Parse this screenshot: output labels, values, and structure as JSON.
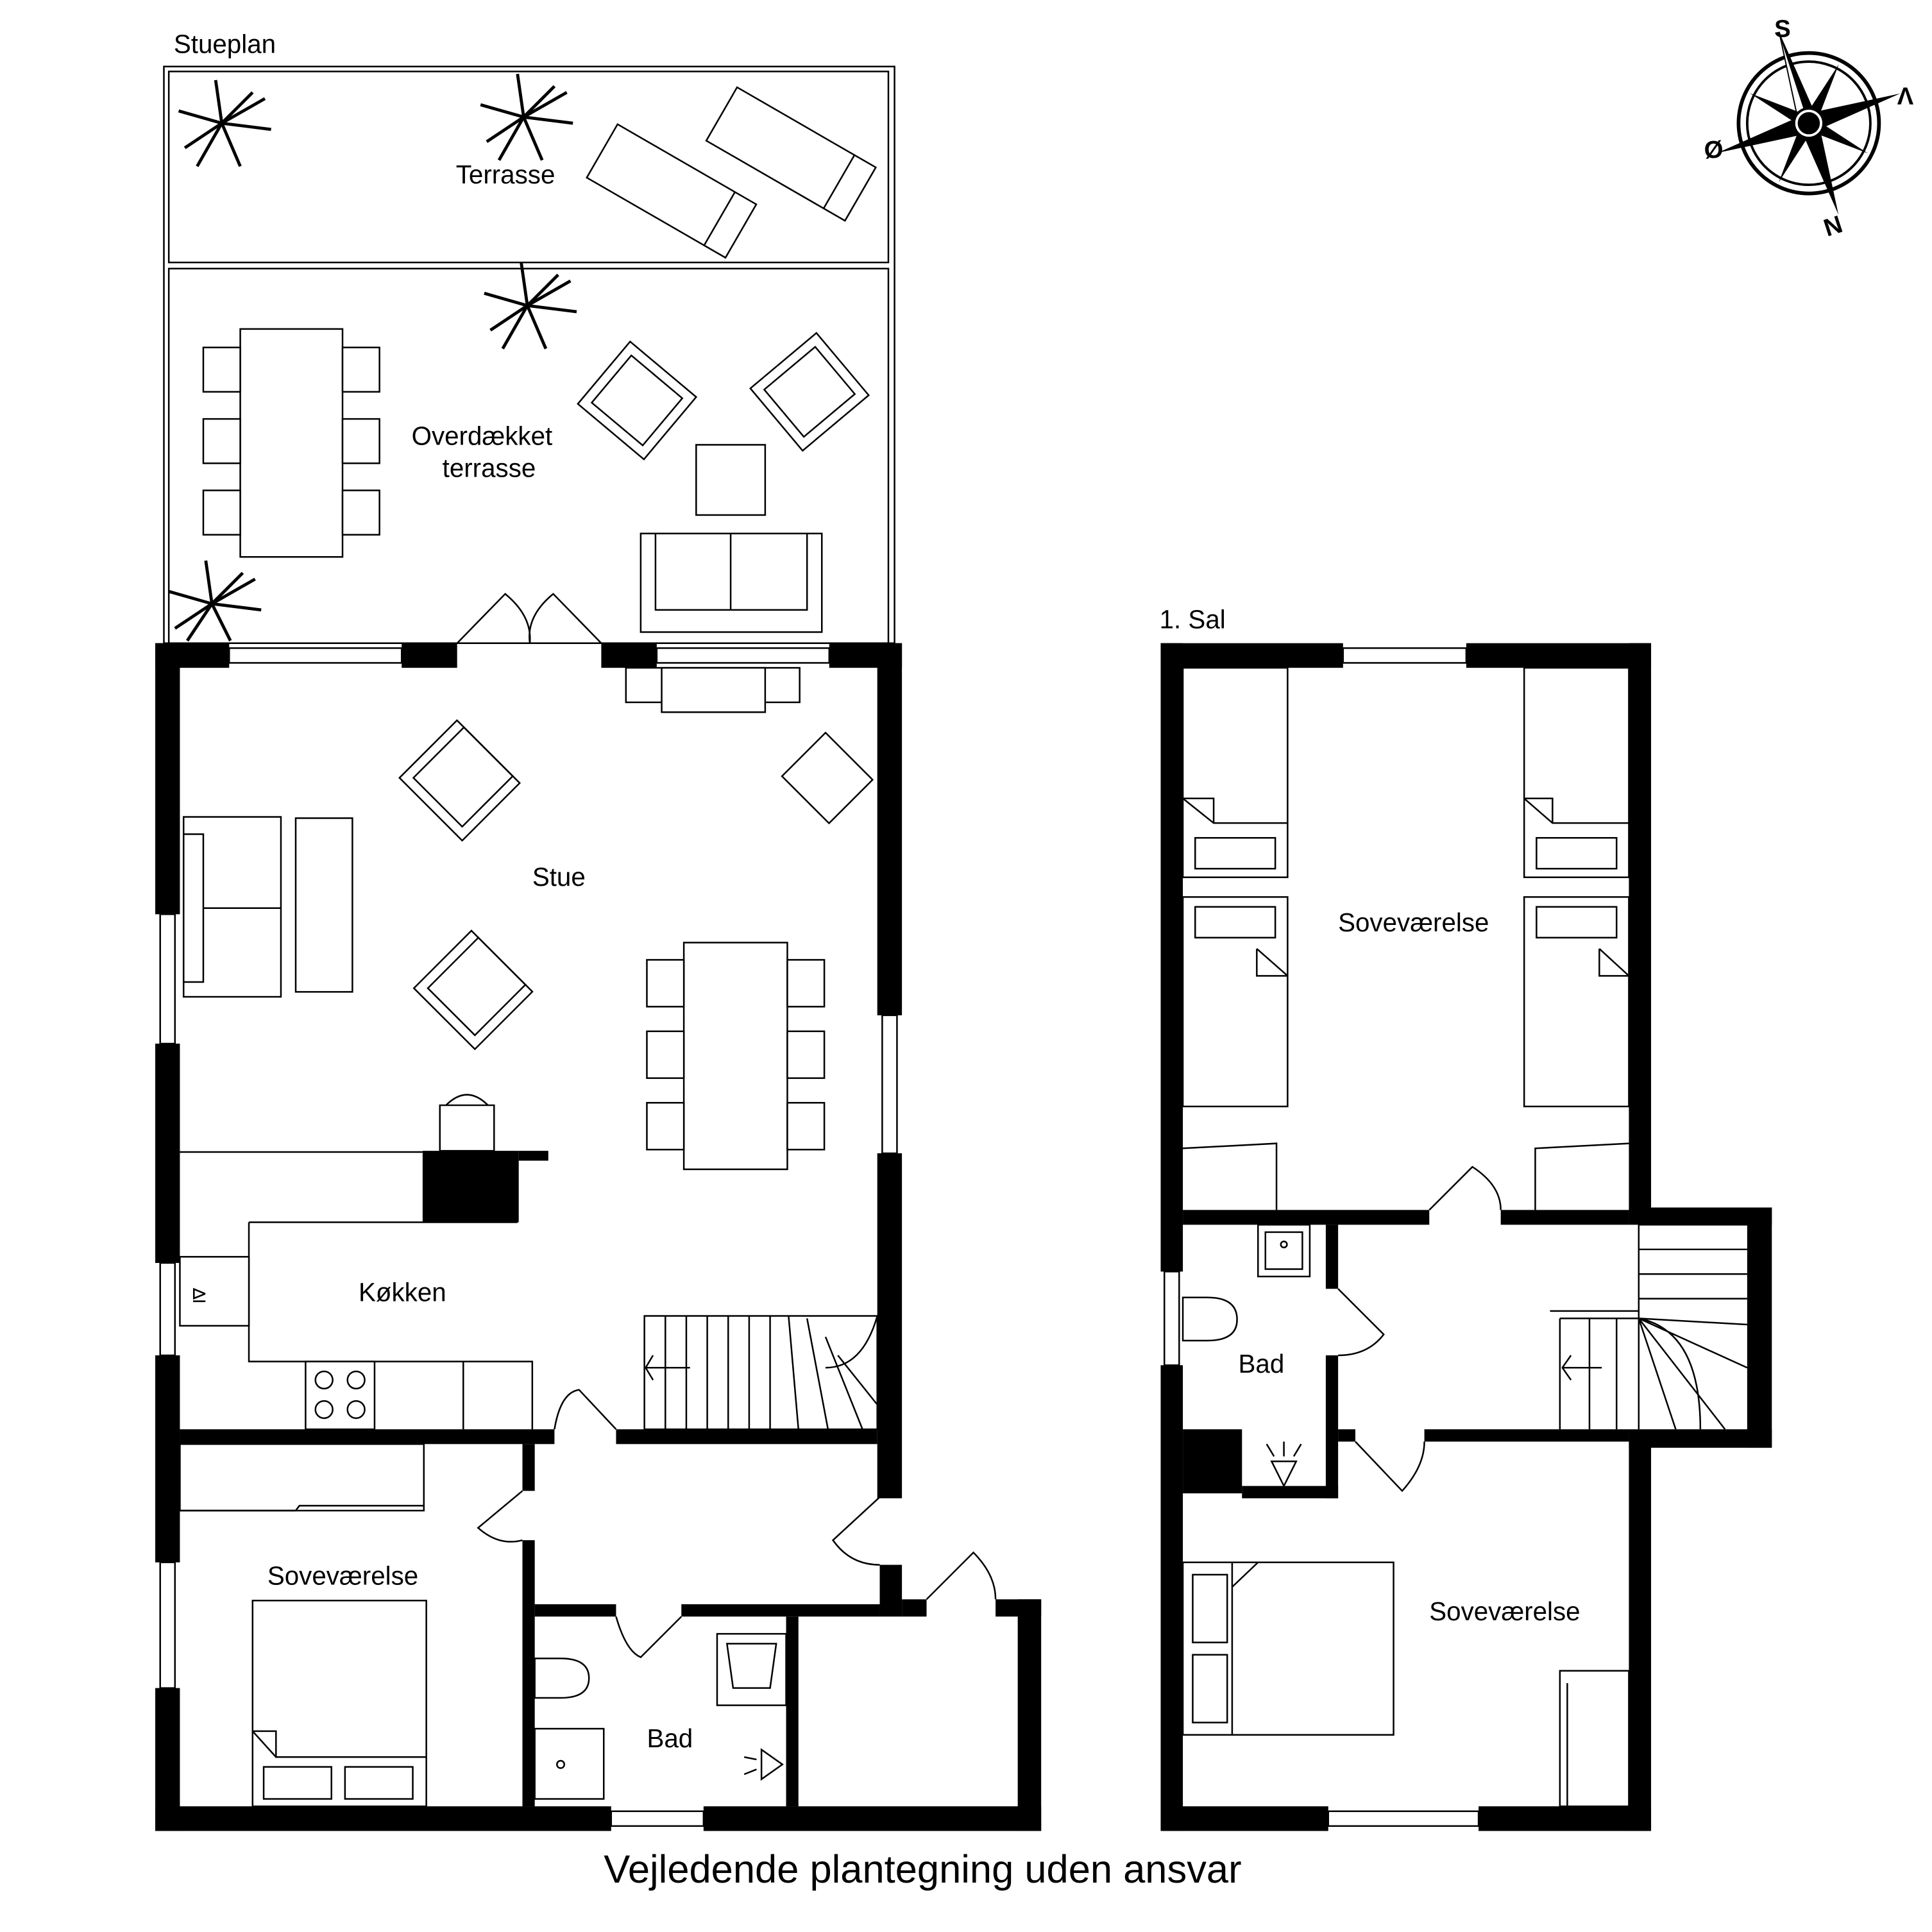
{
  "plan_titles": {
    "ground_floor": "Stueplan",
    "first_floor": "1. Sal"
  },
  "rooms_ground": {
    "terrace": "Terrasse",
    "covered_terrace_line1": "Overdækket",
    "covered_terrace_line2": "terrasse",
    "living_room": "Stue",
    "kitchen": "Køkken",
    "bedroom": "Soveværelse",
    "bathroom": "Bad"
  },
  "rooms_first": {
    "bedroom_top": "Soveværelse",
    "bathroom": "Bad",
    "bedroom_bottom": "Soveværelse"
  },
  "compass": {
    "north": "N",
    "south": "S",
    "east": "Ø",
    "west": "V"
  },
  "footer": "Vejledende plantegning uden ansvar"
}
